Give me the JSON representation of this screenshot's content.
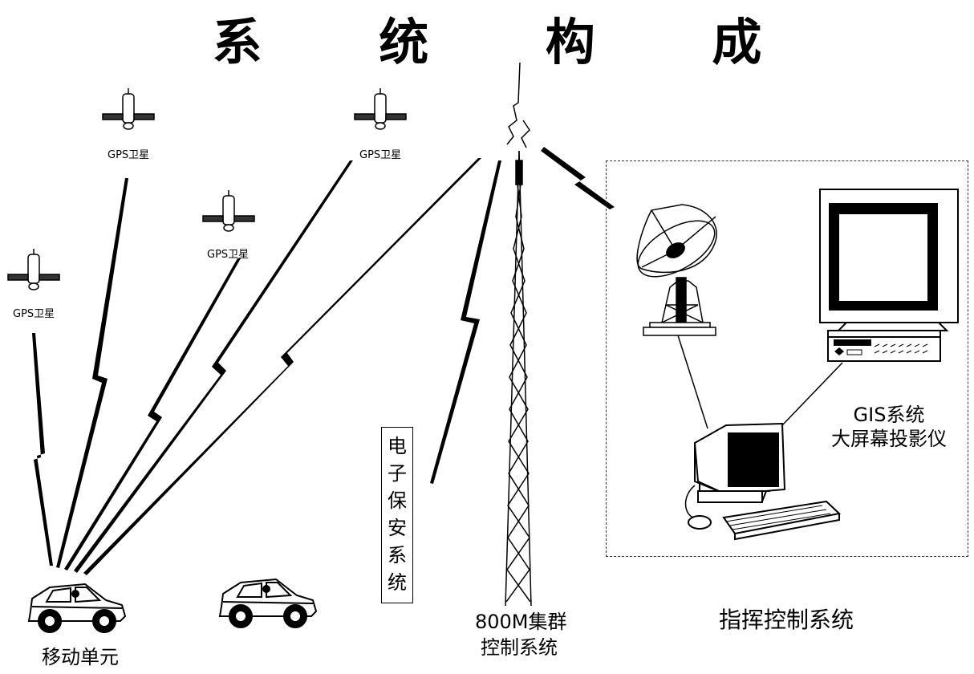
{
  "title": "系 统 构 成",
  "satellites": [
    {
      "label": "GPS卫星"
    },
    {
      "label": "GPS卫星"
    },
    {
      "label": "GPS卫星"
    },
    {
      "label": "GPS卫星"
    }
  ],
  "security_box": {
    "text": "电\n子\n保\n安\n系\n统"
  },
  "mobile_label": "移动单元",
  "tower_label_line1": "800M集群",
  "tower_label_line2": "控制系统",
  "gis_label_line1": "GIS系统",
  "gis_label_line2": "大屏幕投影仪",
  "command_label": "指挥控制系统"
}
